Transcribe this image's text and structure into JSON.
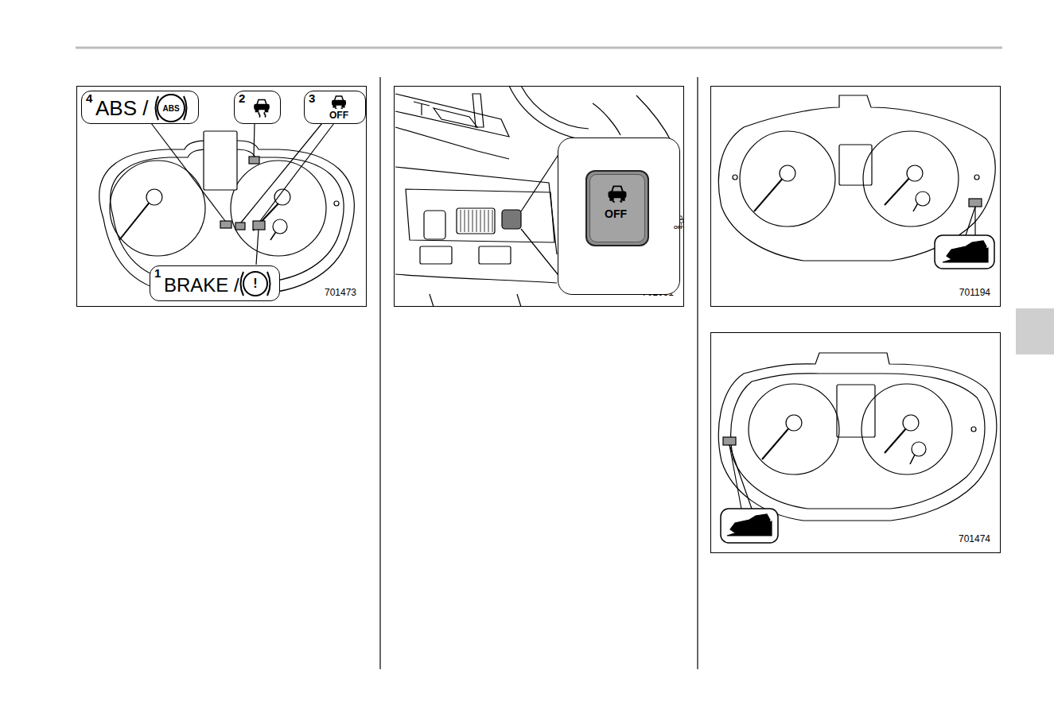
{
  "diagram": {
    "nodes": [
      {
        "text": [
          "701473"
        ]
      },
      {
        "text": [
          "4",
          "ABS /",
          "ABS"
        ],
        "in": 0
      },
      {
        "text": [
          "2"
        ],
        "in": 0
      },
      {
        "text": [
          "3",
          "OFF"
        ],
        "in": 0
      },
      {
        "text": [
          "1",
          "BRAKE /",
          "!"
        ],
        "in": 0
      },
      {
        "text": [
          "701091"
        ]
      },
      {
        "text": [
          "OFF"
        ],
        "in": 5
      },
      {
        "text": [
          "701194"
        ]
      },
      {
        "text": [
          "701474"
        ]
      }
    ],
    "labels": [
      "OFF"
    ]
  }
}
